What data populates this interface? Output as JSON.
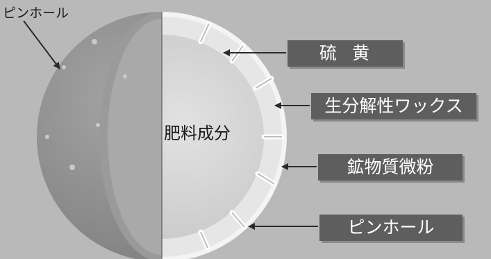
{
  "labels": {
    "pinhole_top": "ピンホール",
    "fertilizer": "肥料成分",
    "sulfur": "硫黄",
    "wax": "生分解性ワックス",
    "mineral": "鉱物質微粉",
    "pinhole": "ピンホール"
  },
  "colors": {
    "background": "#b9b9b9",
    "sphere_outer": "#8e8e8e",
    "core": "#d4d4d4",
    "label_box": "#5e5e5e",
    "label_text": "#ffffff"
  }
}
